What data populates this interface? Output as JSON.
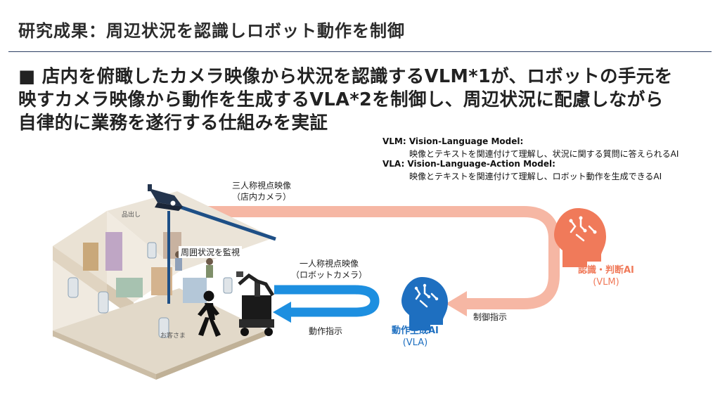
{
  "title": "研究成果：周辺状況を認識しロボット動作を制御",
  "summary": {
    "bullet": "■",
    "lines": [
      "店内を俯瞰したカメラ映像から状況を認識するVLM*1が、ロボットの手元を",
      "映すカメラ映像から動作を生成するVLA*2を制御し、周辺状況に配慮しながら",
      "自律的に業務を遂行する仕組みを実証"
    ]
  },
  "glossary": [
    {
      "term": "VLM: Vision-Language Model:",
      "definition": "映像とテキストを関連付けて理解し、状況に関する質問に答えられるAI"
    },
    {
      "term": "VLA: Vision-Language-Action Model:",
      "definition": "映像とテキストを関連付けて理解し、ロボット動作を生成できるAI"
    }
  ],
  "diagram": {
    "third_person": {
      "line1": "三人称視点映像",
      "line2": "（店内カメラ）"
    },
    "first_person": {
      "line1": "一人称視点映像",
      "line2": "（ロボットカメラ）"
    },
    "monitor_label": "周囲状況を監視",
    "store_labels": {
      "stock": "品出し",
      "customer": "お客さま"
    },
    "action_label": "動作指示",
    "control_label": "制御指示",
    "vlm": {
      "name": "認識・判断AI",
      "abbr": "(VLM)",
      "color": "#f07a5a"
    },
    "vla": {
      "name": "動作生成AI",
      "abbr": "(VLA)",
      "color": "#1e6fc0"
    },
    "colors": {
      "salmon_arrow": "#f6b7a4",
      "blue_arrow": "#1d8fe0",
      "beam": "#1e4f86"
    }
  }
}
